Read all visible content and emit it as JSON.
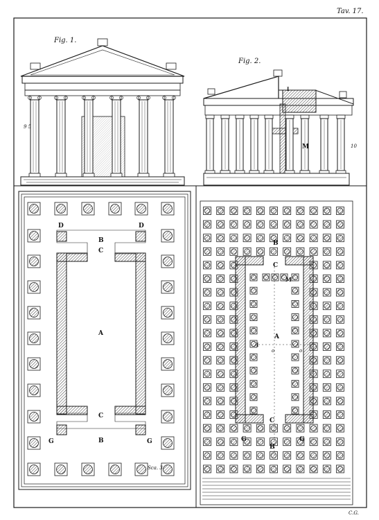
{
  "plate": {
    "number": "Tav. 17.",
    "signature": "C.G."
  },
  "figures": {
    "fig1": "Fig. 1.",
    "fig2": "Fig. 2."
  },
  "labels": {
    "A": "A",
    "B": "B",
    "C": "C",
    "D": "D",
    "G": "G",
    "M": "M",
    "I": "I",
    "o": "o",
    "scale_left": "Sca. 3",
    "elev1_side": "9 5",
    "elev2_side": "10"
  },
  "colors": {
    "ink": "#1a1a1a",
    "paper": "#ffffff",
    "hatch": "#555555"
  }
}
